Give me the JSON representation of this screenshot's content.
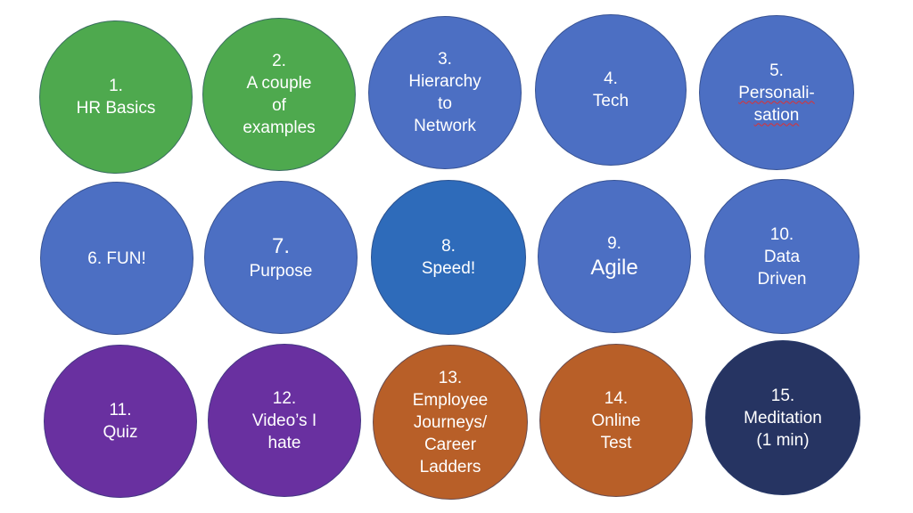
{
  "colors": {
    "green": "#4ea94e",
    "blue": "#4c6fc3",
    "blue_strong": "#2e6bba",
    "purple": "#6930a0",
    "orange": "#b85f28",
    "navy": "#263462"
  },
  "circles": [
    {
      "lines": [
        "1.",
        "HR Basics"
      ],
      "color": "green"
    },
    {
      "lines": [
        "2.",
        "A couple",
        "of",
        "examples"
      ],
      "color": "green"
    },
    {
      "lines": [
        "3.",
        "Hierarchy",
        "to",
        "Network"
      ],
      "color": "blue"
    },
    {
      "lines": [
        "4.",
        "Tech"
      ],
      "color": "blue"
    },
    {
      "lines": [
        "5.",
        "Personali-",
        "sation"
      ],
      "color": "blue"
    },
    {
      "lines": [
        "6. FUN!"
      ],
      "color": "blue"
    },
    {
      "lines": [
        "7.",
        "Purpose"
      ],
      "color": "blue"
    },
    {
      "lines": [
        "8.",
        "Speed!"
      ],
      "color": "blue_strong"
    },
    {
      "lines": [
        "9.",
        "Agile"
      ],
      "color": "blue"
    },
    {
      "lines": [
        "10.",
        "Data",
        "Driven"
      ],
      "color": "blue"
    },
    {
      "lines": [
        "11.",
        "Quiz"
      ],
      "color": "purple"
    },
    {
      "lines": [
        "12.",
        "Video’s I",
        "hate"
      ],
      "color": "purple"
    },
    {
      "lines": [
        "13.",
        "Employee",
        "Journeys/",
        "Career",
        "Ladders"
      ],
      "color": "orange"
    },
    {
      "lines": [
        "14.",
        "Online",
        "Test"
      ],
      "color": "orange"
    },
    {
      "lines": [
        "15.",
        "Meditation",
        "(1 min)"
      ],
      "color": "navy"
    }
  ]
}
